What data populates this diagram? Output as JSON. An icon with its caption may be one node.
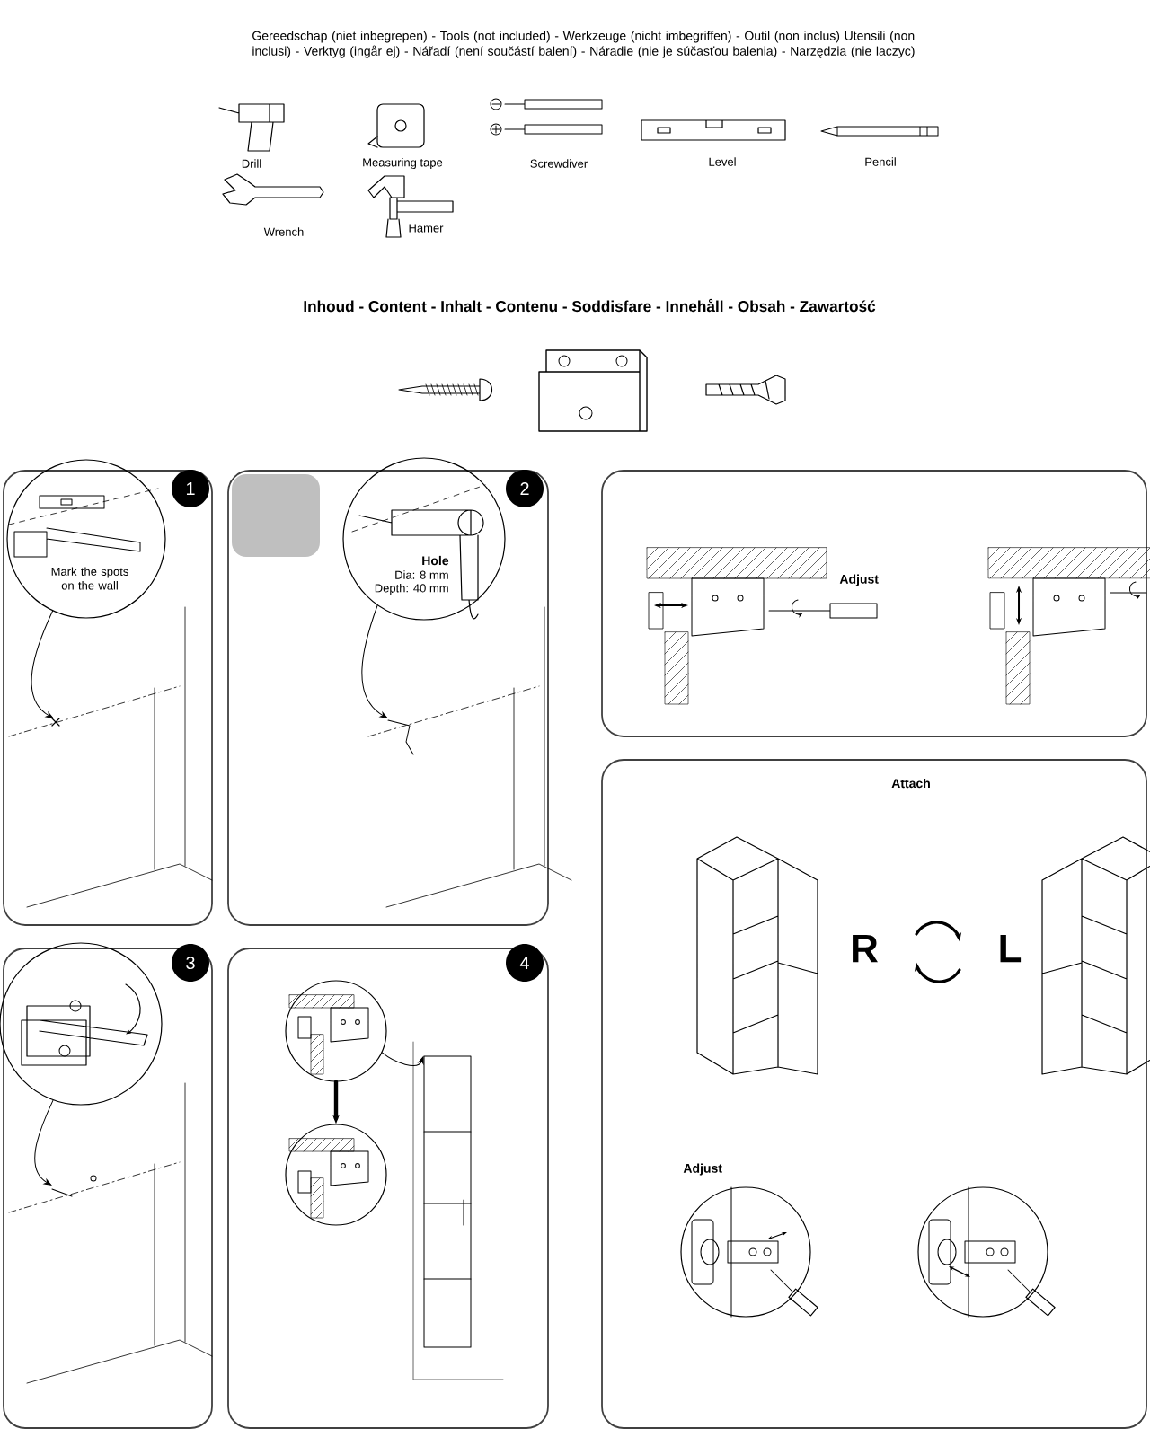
{
  "diagram": {
    "nodes": [
      {
        "text": [
          "1"
        ]
      },
      {
        "text": [
          "Mark the spots on the wall"
        ],
        "in": 0
      },
      {
        "text": [
          "2"
        ]
      },
      {
        "text": [
          "Hole",
          "Dia: 8 mm",
          "Depth: 40 mm"
        ],
        "in": 2
      },
      {
        "text": [
          "Adjust"
        ]
      },
      {
        "text": [
          "3"
        ]
      },
      {
        "text": [],
        "shape": "circle",
        "in": 5
      },
      {
        "text": [
          "4"
        ]
      },
      {
        "text": [],
        "shape": "circle",
        "in": 7
      },
      {
        "text": [],
        "shape": "circle",
        "in": 7
      },
      {
        "text": [],
        "shape": "picture",
        "in": 7
      },
      {
        "text": [
          "Attach",
          "Adjust"
        ]
      },
      {
        "text": [],
        "shape": "circle",
        "in": 11
      },
      {
        "text": [],
        "shape": "circle",
        "in": 11
      }
    ],
    "edges": [
      {
        "from": 1,
        "to": null,
        "arrow": "to"
      },
      {
        "from": 3,
        "to": null,
        "arrow": "to"
      },
      {
        "from": 6,
        "to": null,
        "arrow": "to"
      },
      {
        "from": 8,
        "to": 9,
        "arrow": "to",
        "style": "thick"
      },
      {
        "from": 8,
        "to": 10,
        "arrow": "to"
      }
    ],
    "labels": [
      "Gereedschap (niet inbegrepen) - Tools (not included) -  Werkzeuge (nicht imbegriffen) - Outil (non inclus) Utensili (non inclusi) - Verktyg (ingår ej) - Nářadí (není součástí balení) - Náradie (nie je súčasťou balenia) - Narzędzia (nie laczyc)",
      "Drill",
      "Measuring tape",
      "Screwdiver",
      "Level",
      "Pencil",
      "Wrench",
      "Hamer",
      "Inhoud - Content - Inhalt - Contenu - Soddisfare - Innehåll - Obsah - Zawartość",
      "R",
      "L"
    ]
  }
}
